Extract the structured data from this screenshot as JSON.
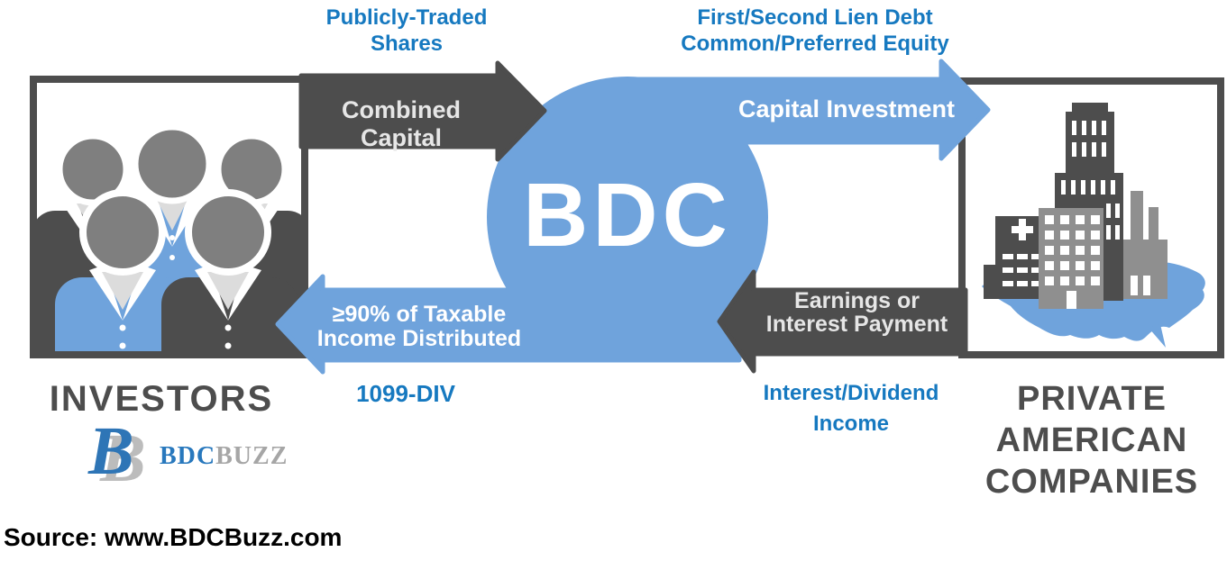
{
  "diagram": {
    "bdc": {
      "label": "BDC"
    },
    "investors": {
      "title": "INVESTORS"
    },
    "companies": {
      "title_line1": "PRIVATE",
      "title_line2": "AMERICAN",
      "title_line3": "COMPANIES"
    },
    "flows": {
      "combined_capital": {
        "label": "Combined Capital",
        "direction": "right",
        "note_line1": "Publicly-Traded",
        "note_line2": "Shares"
      },
      "capital_investment": {
        "label": "Capital Investment",
        "direction": "right",
        "note_line1": "First/Second Lien Debt",
        "note_line2": "Common/Preferred Equity"
      },
      "income_distribution": {
        "label_line1": "≥90% of Taxable",
        "label_line2": "Income Distributed",
        "direction": "left",
        "note": "1099-DIV"
      },
      "earnings": {
        "label_line1": "Earnings or",
        "label_line2": "Interest Payment",
        "direction": "left",
        "note_line1": "Interest/Dividend",
        "note_line2": "Income"
      }
    },
    "logo": {
      "monogram_front": "B",
      "monogram_back": "B",
      "name_primary": "BDC",
      "name_secondary": "BUZZ"
    },
    "source": "Source: www.BDCBuzz.com",
    "colors": {
      "flow_blue": "#6fa3dc",
      "dark_gray": "#4d4d4d",
      "note_blue": "#1679c0",
      "logo_blue": "#2e75b6",
      "logo_gray": "#bcbcbc",
      "head_gray": "#7f7f7f"
    }
  }
}
